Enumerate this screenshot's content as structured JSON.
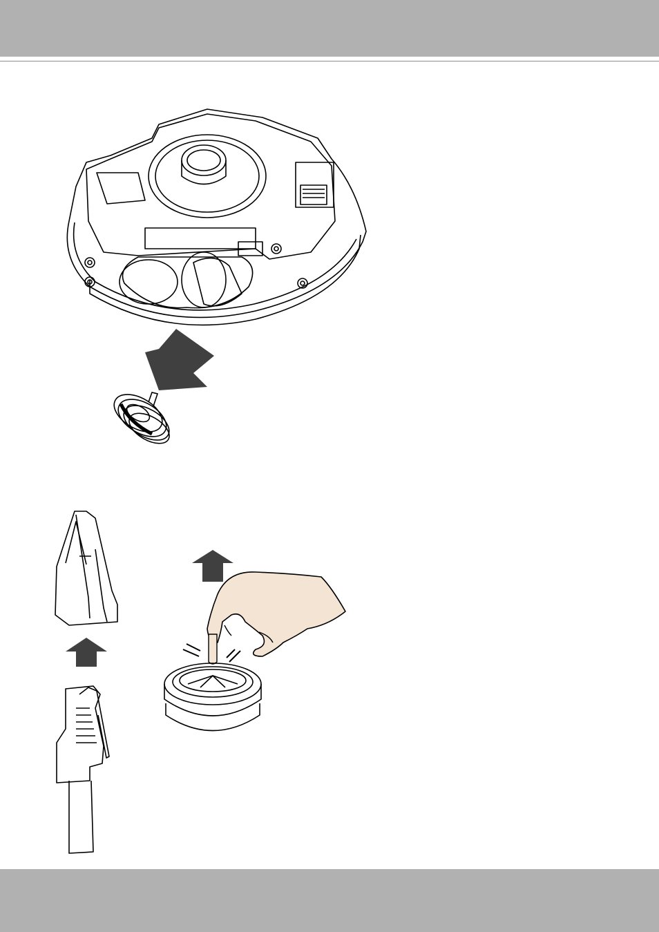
{
  "page": {
    "header_color": "#b1b1b1",
    "footer_color": "#b1b1b1",
    "arrow_color": "#404040",
    "skin_color": "#f4e4d4"
  },
  "illustrations": [
    {
      "name": "camera-base-with-grommet-removal",
      "icon": "camera-dome-base"
    },
    {
      "name": "rj45-connector-into-sleeve",
      "icon": "rj45-connector"
    },
    {
      "name": "hand-pulling-pin-from-grommet",
      "icon": "rubber-grommet"
    }
  ]
}
